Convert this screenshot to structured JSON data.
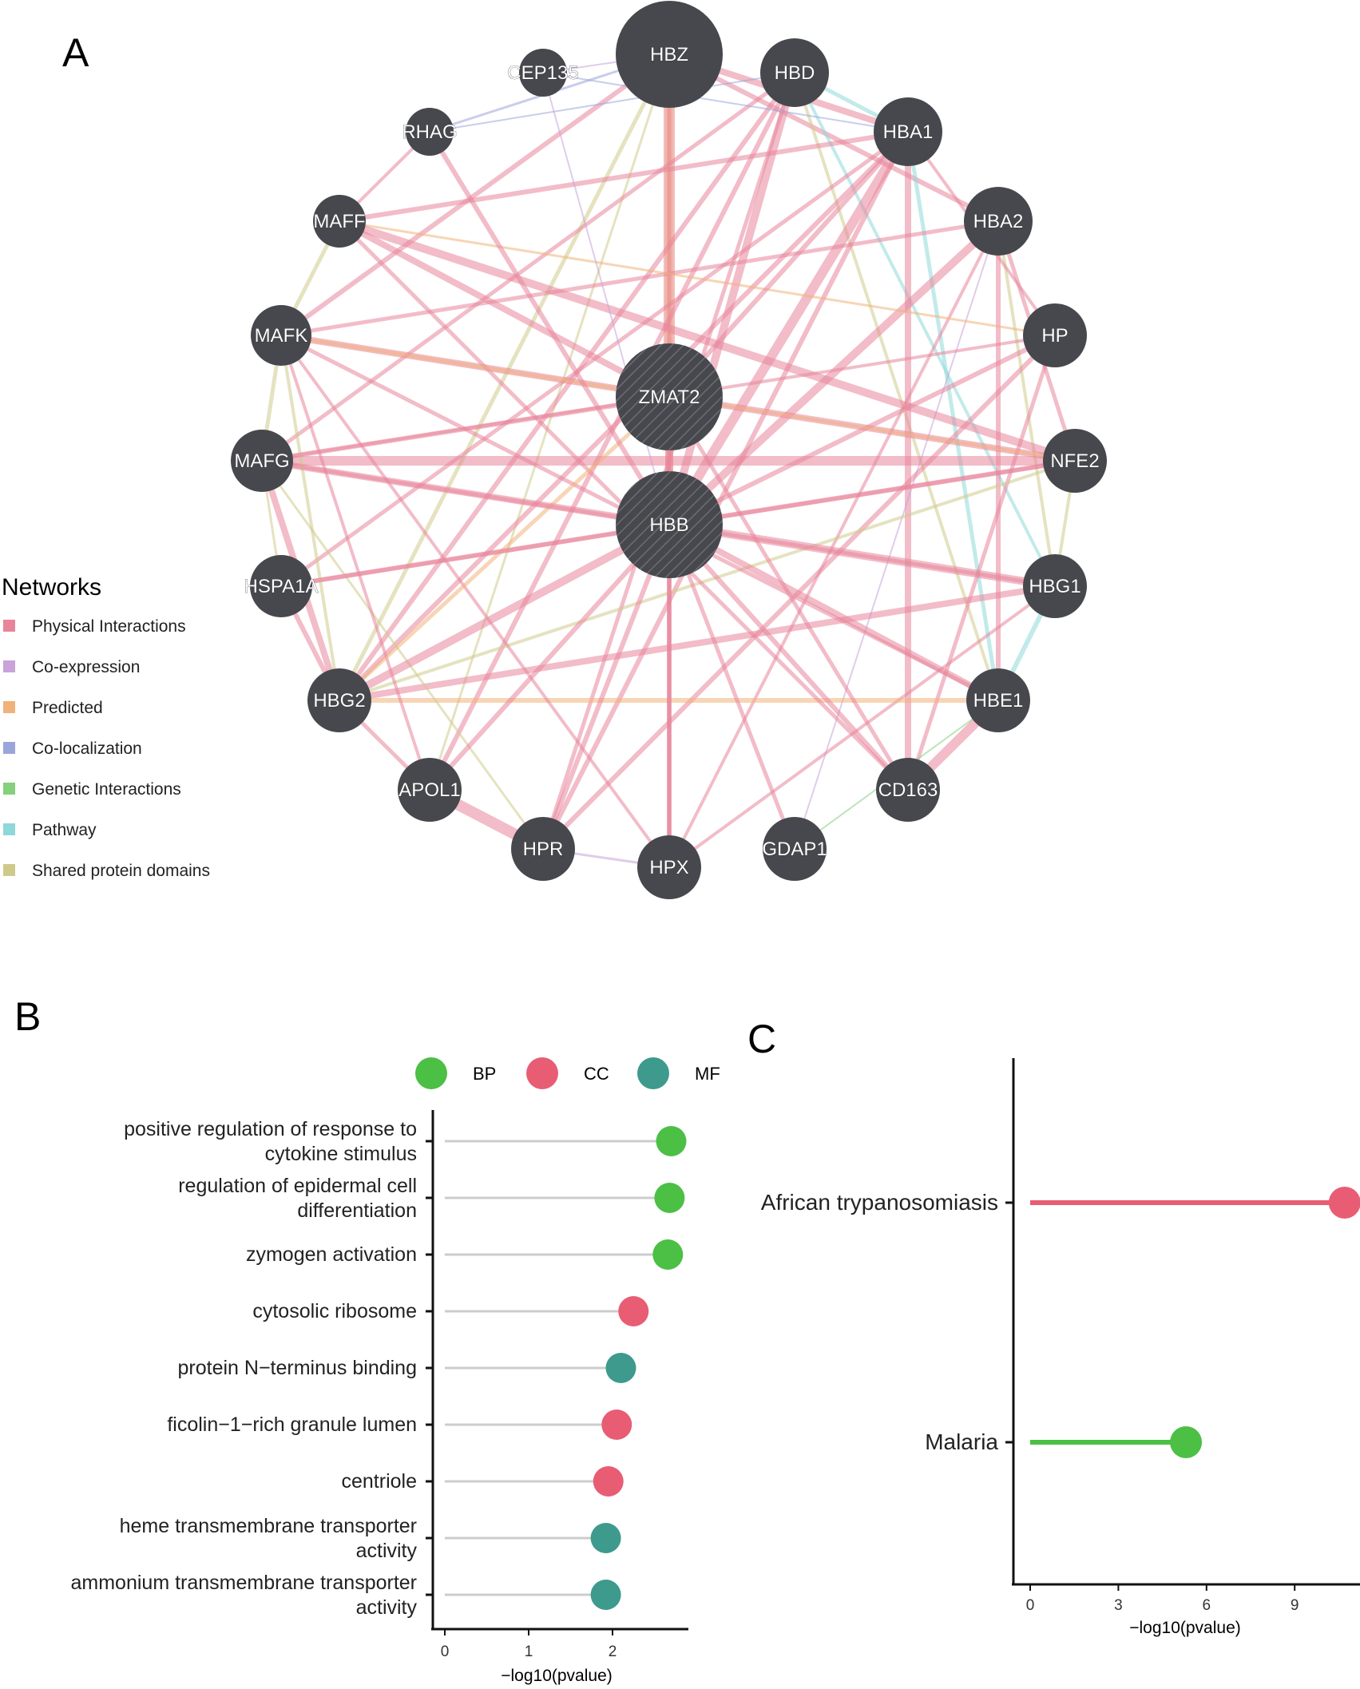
{
  "panel_labels": {
    "a": "A",
    "b": "B",
    "c": "C"
  },
  "network": {
    "legend_title": "Networks",
    "legend": [
      {
        "name": "Physical Interactions",
        "color": "#e8859a"
      },
      {
        "name": "Co-expression",
        "color": "#c9a3d9"
      },
      {
        "name": "Predicted",
        "color": "#f0b27a"
      },
      {
        "name": "Co-localization",
        "color": "#9aa6db"
      },
      {
        "name": "Genetic Interactions",
        "color": "#84d07c"
      },
      {
        "name": "Pathway",
        "color": "#8fd8d8"
      },
      {
        "name": "Shared protein domains",
        "color": "#cfca8c"
      }
    ],
    "node_color": "#47484d",
    "nodes": [
      {
        "id": "HBZ",
        "size": "large",
        "query": false
      },
      {
        "id": "HBD",
        "size": "medium",
        "query": false
      },
      {
        "id": "HBA1",
        "size": "medium",
        "query": false
      },
      {
        "id": "HBA2",
        "size": "medium",
        "query": false
      },
      {
        "id": "HP",
        "size": "small",
        "query": false
      },
      {
        "id": "NFE2",
        "size": "small",
        "query": false
      },
      {
        "id": "HBG1",
        "size": "small",
        "query": false
      },
      {
        "id": "HBE1",
        "size": "small",
        "query": false
      },
      {
        "id": "CD163",
        "size": "small",
        "query": false
      },
      {
        "id": "GDAP1",
        "size": "small",
        "query": false
      },
      {
        "id": "HPX",
        "size": "small",
        "query": false
      },
      {
        "id": "HPR",
        "size": "small",
        "query": false
      },
      {
        "id": "APOL1",
        "size": "small",
        "query": false
      },
      {
        "id": "HBG2",
        "size": "small",
        "query": false
      },
      {
        "id": "HSPA1A",
        "size": "small",
        "query": false
      },
      {
        "id": "MAFG",
        "size": "small",
        "query": false
      },
      {
        "id": "MAFK",
        "size": "small",
        "query": false
      },
      {
        "id": "MAFF",
        "size": "small",
        "query": false
      },
      {
        "id": "RHAG",
        "size": "small",
        "query": false
      },
      {
        "id": "CEP135",
        "size": "small",
        "query": false
      },
      {
        "id": "ZMAT2",
        "size": "large",
        "query": true
      },
      {
        "id": "HBB",
        "size": "large",
        "query": true
      }
    ],
    "edges": [
      [
        "HBZ",
        "ZMAT2",
        "#e8859a",
        14
      ],
      [
        "HBZ",
        "HBB",
        "#f0b27a",
        10
      ],
      [
        "HBZ",
        "HBA1",
        "#e8859a",
        8
      ],
      [
        "HBZ",
        "HBA2",
        "#e8859a",
        6
      ],
      [
        "HBZ",
        "HBG2",
        "#cfca8c",
        5
      ],
      [
        "HBZ",
        "MAFK",
        "#e8859a",
        6
      ],
      [
        "HBZ",
        "HPX",
        "#e8859a",
        5
      ],
      [
        "HBZ",
        "RHAG",
        "#9aa6db",
        3
      ],
      [
        "HBZ",
        "CEP135",
        "#c9a3d9",
        2
      ],
      [
        "HBZ",
        "APOL1",
        "#cfca8c",
        3
      ],
      [
        "HBD",
        "HBB",
        "#e8859a",
        10
      ],
      [
        "HBD",
        "HBG1",
        "#8fd8d8",
        4
      ],
      [
        "HBD",
        "HBG2",
        "#e8859a",
        6
      ],
      [
        "HBD",
        "MAFG",
        "#e8859a",
        5
      ],
      [
        "HBD",
        "APOL1",
        "#e8859a",
        6
      ],
      [
        "HBD",
        "HBE1",
        "#cfca8c",
        4
      ],
      [
        "HBD",
        "HPR",
        "#e8859a",
        5
      ],
      [
        "HBA1",
        "HBB",
        "#e8859a",
        12
      ],
      [
        "HBA1",
        "MAFF",
        "#e8859a",
        6
      ],
      [
        "HBA1",
        "HBG2",
        "#e8859a",
        6
      ],
      [
        "HBA1",
        "CD163",
        "#e8859a",
        8
      ],
      [
        "HBA1",
        "HBE1",
        "#8fd8d8",
        5
      ],
      [
        "HBA1",
        "HSPA1A",
        "#e8859a",
        5
      ],
      [
        "HBA1",
        "HPR",
        "#e8859a",
        6
      ],
      [
        "HBA2",
        "HBB",
        "#e8859a",
        10
      ],
      [
        "HBA2",
        "MAFK",
        "#e8859a",
        5
      ],
      [
        "HBA2",
        "HBG1",
        "#cfca8c",
        4
      ],
      [
        "HBA2",
        "HBE1",
        "#e8859a",
        6
      ],
      [
        "HBA2",
        "GDAP1",
        "#c9a3d9",
        2
      ],
      [
        "HBA2",
        "HPX",
        "#e8859a",
        4
      ],
      [
        "HP",
        "HPR",
        "#e8859a",
        6
      ],
      [
        "HP",
        "HBB",
        "#e8859a",
        6
      ],
      [
        "HP",
        "MAFF",
        "#f0b27a",
        3
      ],
      [
        "HP",
        "CD163",
        "#e8859a",
        5
      ],
      [
        "HP",
        "MAFG",
        "#e8859a",
        4
      ],
      [
        "NFE2",
        "MAFG",
        "#e8859a",
        12
      ],
      [
        "NFE2",
        "MAFK",
        "#e8859a",
        8
      ],
      [
        "NFE2",
        "MAFF",
        "#e8859a",
        10
      ],
      [
        "NFE2",
        "ZMAT2",
        "#f0b27a",
        4
      ],
      [
        "NFE2",
        "HBG2",
        "#cfca8c",
        4
      ],
      [
        "NFE2",
        "HSPA1A",
        "#e8859a",
        5
      ],
      [
        "NFE2",
        "HBB",
        "#e8859a",
        6
      ],
      [
        "HBG1",
        "HBB",
        "#e8859a",
        10
      ],
      [
        "HBG1",
        "HBG2",
        "#e8859a",
        8
      ],
      [
        "HBG1",
        "MAFG",
        "#e8859a",
        5
      ],
      [
        "HBG1",
        "HBE1",
        "#8fd8d8",
        6
      ],
      [
        "HBG1",
        "HPX",
        "#e8859a",
        4
      ],
      [
        "HBE1",
        "HBB",
        "#e8859a",
        8
      ],
      [
        "HBE1",
        "HBG2",
        "#f0b27a",
        6
      ],
      [
        "HBE1",
        "CD163",
        "#e8859a",
        12
      ],
      [
        "HBE1",
        "MAFK",
        "#e8859a",
        5
      ],
      [
        "HBE1",
        "GDAP1",
        "#84d07c",
        2
      ],
      [
        "CD163",
        "HBB",
        "#e8859a",
        6
      ],
      [
        "CD163",
        "MAFF",
        "#e8859a",
        5
      ],
      [
        "GDAP1",
        "HBB",
        "#e8859a",
        5
      ],
      [
        "HPX",
        "HBB",
        "#e8859a",
        6
      ],
      [
        "HPX",
        "MAFK",
        "#e8859a",
        4
      ],
      [
        "HPX",
        "HPR",
        "#c9a3d9",
        3
      ],
      [
        "HPR",
        "APOL1",
        "#e8859a",
        14
      ],
      [
        "HPR",
        "HBB",
        "#e8859a",
        6
      ],
      [
        "HPR",
        "MAFG",
        "#cfca8c",
        3
      ],
      [
        "APOL1",
        "HBB",
        "#e8859a",
        6
      ],
      [
        "APOL1",
        "MAFK",
        "#e8859a",
        4
      ],
      [
        "HBG2",
        "HBB",
        "#e8859a",
        10
      ],
      [
        "HBG2",
        "MAFG",
        "#e8859a",
        8
      ],
      [
        "HBG2",
        "MAFK",
        "#cfca8c",
        4
      ],
      [
        "HBG2",
        "HSPA1A",
        "#e8859a",
        6
      ],
      [
        "HBG2",
        "ZMAT2",
        "#f0b27a",
        5
      ],
      [
        "HSPA1A",
        "HBB",
        "#e8859a",
        6
      ],
      [
        "MAFG",
        "HBB",
        "#e8859a",
        8
      ],
      [
        "MAFG",
        "MAFK",
        "#cfca8c",
        5
      ],
      [
        "MAFG",
        "ZMAT2",
        "#e8859a",
        6
      ],
      [
        "MAFK",
        "MAFF",
        "#cfca8c",
        5
      ],
      [
        "MAFK",
        "ZMAT2",
        "#f0b27a",
        5
      ],
      [
        "MAFF",
        "ZMAT2",
        "#e8859a",
        8
      ],
      [
        "MAFF",
        "RHAG",
        "#e8859a",
        4
      ],
      [
        "RHAG",
        "HBB",
        "#e8859a",
        6
      ],
      [
        "RHAG",
        "HBD",
        "#9aa6db",
        2
      ],
      [
        "CEP135",
        "HBB",
        "#c9a3d9",
        2
      ],
      [
        "CEP135",
        "HBA1",
        "#9aa6db",
        2
      ],
      [
        "ZMAT2",
        "HBB",
        "#e8859a",
        10
      ],
      [
        "ZMAT2",
        "HBA1",
        "#e8859a",
        6
      ],
      [
        "ZMAT2",
        "CD163",
        "#e8859a",
        5
      ],
      [
        "ZMAT2",
        "HPX",
        "#e8859a",
        5
      ],
      [
        "HBD",
        "HBA1",
        "#8fd8d8",
        5
      ],
      [
        "HBA1",
        "HP",
        "#e8859a",
        4
      ],
      [
        "NFE2",
        "HBA2",
        "#e8859a",
        5
      ],
      [
        "HBG1",
        "NFE2",
        "#cfca8c",
        4
      ],
      [
        "HSPA1A",
        "MAFG",
        "#cfca8c",
        3
      ],
      [
        "HBG2",
        "APOL1",
        "#e8859a",
        5
      ]
    ]
  },
  "chart_data": [
    {
      "type": "scatter",
      "subtype": "lollipop",
      "panel": "B",
      "xlabel": "−log10(pvalue)",
      "xlim": [
        -0.15,
        2.8
      ],
      "xticks": [
        0,
        1,
        2
      ],
      "legend": [
        {
          "name": "BP",
          "color": "#4cbf45"
        },
        {
          "name": "CC",
          "color": "#e85d74"
        },
        {
          "name": "MF",
          "color": "#3d9a8c"
        }
      ],
      "legend_position": "top",
      "grid": false,
      "stem_color": "#cccccc",
      "points": [
        {
          "label_lines": [
            "positive regulation of response to",
            "cytokine stimulus"
          ],
          "value": 2.7,
          "category": "BP"
        },
        {
          "label_lines": [
            "regulation of epidermal cell",
            "differentiation"
          ],
          "value": 2.68,
          "category": "BP"
        },
        {
          "label_lines": [
            "zymogen activation"
          ],
          "value": 2.66,
          "category": "BP"
        },
        {
          "label_lines": [
            "cytosolic ribosome"
          ],
          "value": 2.25,
          "category": "CC"
        },
        {
          "label_lines": [
            "protein N−terminus binding"
          ],
          "value": 2.1,
          "category": "MF"
        },
        {
          "label_lines": [
            "ficolin−1−rich granule lumen"
          ],
          "value": 2.05,
          "category": "CC"
        },
        {
          "label_lines": [
            "centriole"
          ],
          "value": 1.95,
          "category": "CC"
        },
        {
          "label_lines": [
            "heme transmembrane transporter",
            "activity"
          ],
          "value": 1.92,
          "category": "MF"
        },
        {
          "label_lines": [
            "ammonium transmembrane transporter",
            "activity"
          ],
          "value": 1.92,
          "category": "MF"
        }
      ]
    },
    {
      "type": "scatter",
      "subtype": "lollipop",
      "panel": "C",
      "xlabel": "−log10(pvalue)",
      "xlim": [
        -0.6,
        11.2
      ],
      "xticks": [
        0,
        3,
        6,
        9
      ],
      "grid": false,
      "points": [
        {
          "label": "African trypanosomiasis",
          "value": 10.7,
          "color": "#e85d74"
        },
        {
          "label": "Malaria",
          "value": 5.3,
          "color": "#4cbf45"
        }
      ]
    }
  ]
}
